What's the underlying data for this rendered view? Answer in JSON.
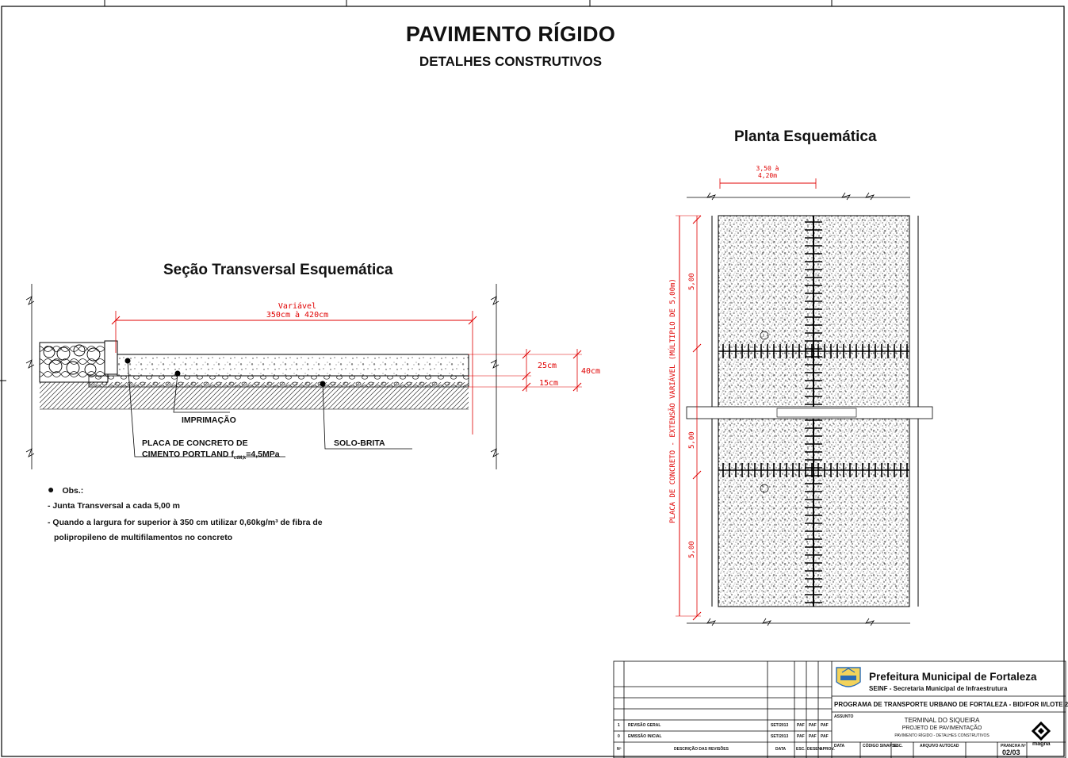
{
  "title": "PAVIMENTO RÍGIDO",
  "subtitle": "DETALHES CONSTRUTIVOS",
  "section": {
    "heading": "Seção Transversal Esquemática",
    "width_dim_line1": "Variável",
    "width_dim_line2": "350cm à 420cm",
    "dim_25": "25cm",
    "dim_15": "15cm",
    "dim_40": "40cm",
    "label_imprimacao": "IMPRIMAÇÃO",
    "label_placa_line1": "PLACA DE CONCRETO DE",
    "label_placa_line2_main": "CIMENTO PORTLAND f",
    "label_placa_sub": "ctM,k",
    "label_placa_line2_end": "=4,5MPa",
    "label_solo": "SOLO-BRITA"
  },
  "notes": {
    "heading": "Obs.:",
    "item1": "- Junta Transversal a cada 5,00 m",
    "item2_line1": "- Quando a largura for superior à 350 cm utilizar 0,60kg/m³ de fibra de",
    "item2_line2": "polipropileno de multifilamentos no concreto"
  },
  "plan": {
    "heading": "Planta Esquemática",
    "width_dim_line1": "3,50 à",
    "width_dim_line2": "4,20m",
    "long_dim": "PLACA DE CONCRETO - EXTENSÃO VARIÁVEL (MÚLTIPLO DE 5,00m)",
    "seg1": "5,00",
    "seg2": "5,00",
    "seg3": "5,00"
  },
  "title_block": {
    "org": "Prefeitura Municipal de Fortaleza",
    "dept": "SEINF - Secretaria Municipal de Infraestrutura",
    "program": "PROGRAMA DE TRANSPORTE URBANO DE FORTALEZA - BID/FOR II/LOTE 2",
    "subject_label": "ASSUNTO",
    "subject1": "TERMINAL DO SIQUEIRA",
    "subject2": "PROJETO DE PAVIMENTAÇÃO",
    "subject3": "PAVIMENTO RÍGIDO - DETALHES CONSTRUTIVOS",
    "rev1_no": "1",
    "rev1_desc": "REVISÃO GERAL",
    "rev1_date": "SET/2013",
    "rev0_no": "0",
    "rev0_desc": "EMISSÃO INICIAL",
    "rev0_date": "SET/2013",
    "rev_initials": "PAF",
    "hdr_no": "Nº",
    "hdr_desc": "DESCRIÇÃO DAS REVISÕES",
    "hdr_date": "DATA",
    "hdr_esc": "ESC.",
    "hdr_desen": "DESEN.",
    "hdr_aprov": "APROV.",
    "f_data": "DATA",
    "f_codigo": "CÓDIGO SINAPSE",
    "f_esc": "ESC.",
    "f_arquivo": "ARQUIVO AUTOCAD",
    "f_prancha": "PRANCHA Nº",
    "sheet": "02/03",
    "logo_text": "magna"
  }
}
